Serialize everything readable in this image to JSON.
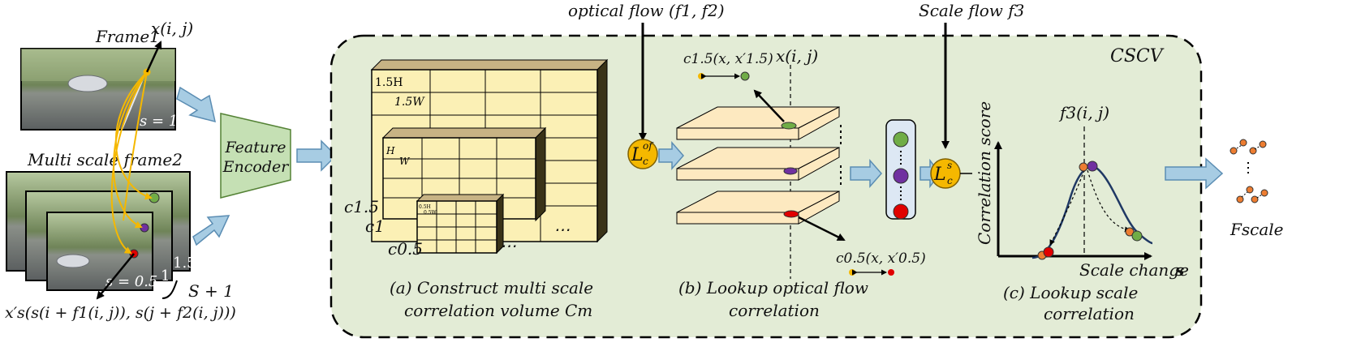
{
  "inputs": {
    "frame1_label": "Frame1",
    "frame1_scale": "s = 1",
    "pixel_label": "x(i, j)",
    "multi_label": "Multi scale frame2",
    "scale_15": "1.5",
    "scale_1": "1",
    "scale_05": "s = 0.5",
    "brace_label": "S + 1",
    "warp_formula": "x′s(s(i + f1(i, j)), s(j + f2(i, j)))"
  },
  "encoder": {
    "line1": "Feature",
    "line2": "Encoder"
  },
  "top_inputs": {
    "optical_flow": "optical flow (f1, f2)",
    "scale_flow": "Scale flow f3"
  },
  "cscv": {
    "title": "CSCV",
    "volume": {
      "h15": "1.5H",
      "w15": "1.5W",
      "h1": "H",
      "w1": "W",
      "h05": "0.5H",
      "w05": "0.5W",
      "c15": "c1.5",
      "c1": "c1",
      "c05": "c0.5",
      "dots": "⋯"
    },
    "lof": "L",
    "lof_sup": "of",
    "lof_sub": "c",
    "ls": "L",
    "ls_sup": "s",
    "ls_sub": "c",
    "lookup": {
      "c15_label": "c1.5(x, x′1.5)",
      "xij_label": "x(i, j)",
      "c05_label": "c0.5(x, x′0.5)"
    },
    "plot": {
      "peak_label": "f3(i, j)",
      "ylabel": "Correlation score",
      "xlabel": "Scale change",
      "xlabel_bold": "s"
    },
    "captions": {
      "a1": "(a) Construct multi scale",
      "a2": "correlation volume Cm",
      "b1": "(b) Lookup optical flow",
      "b2": "correlation",
      "c1": "(c) Lookup scale",
      "c2": "correlation"
    }
  },
  "output": {
    "label": "Fscale"
  },
  "colors": {
    "panel_bg": "#e3ecd6",
    "encoder": "#c5e0b4",
    "arrow": "#a7cce3",
    "volume_front": "#fbf0b5",
    "volume_top": "#c7b384",
    "volume_side": "#3a3318",
    "slab": "#fde9c0",
    "loss": "#f5b800",
    "orange": "#f5b800",
    "green": "#70ad47",
    "purple": "#7030a0",
    "red": "#e00000",
    "curve": "#1f3864",
    "node_orange": "#ed7d31"
  }
}
